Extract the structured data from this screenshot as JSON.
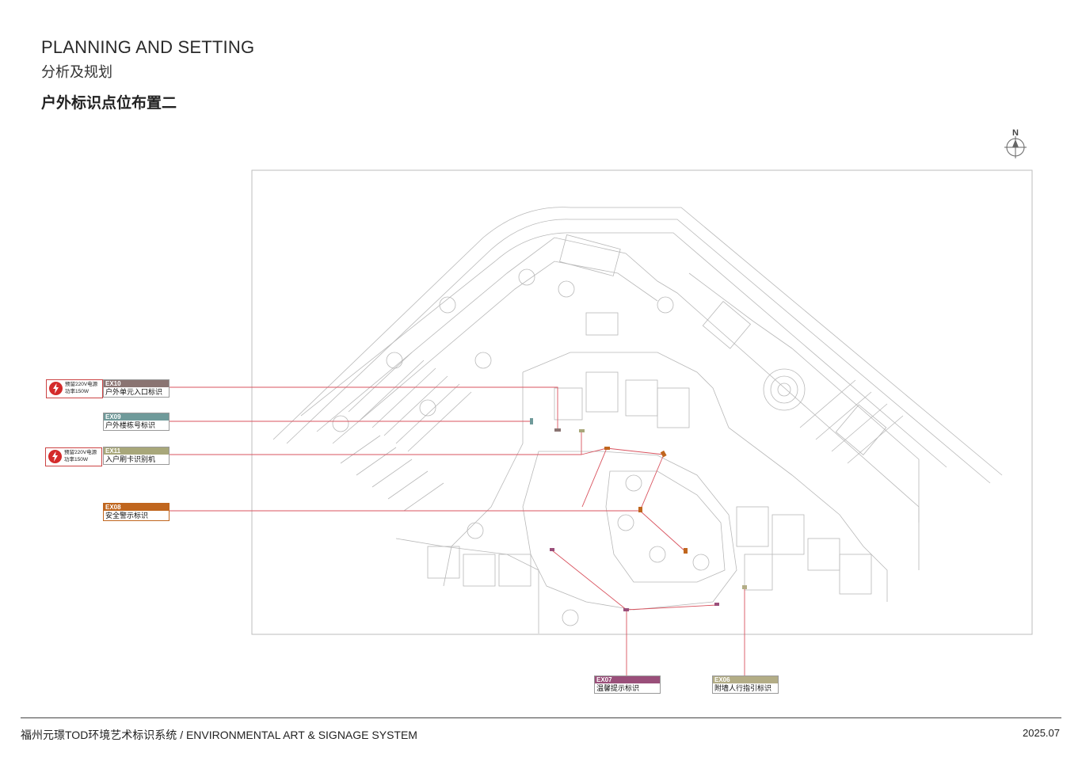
{
  "header": {
    "title_en": "PLANNING AND SETTING",
    "title_cn": "分析及规划",
    "section_title": "户外标识点位布置二"
  },
  "compass": {
    "label": "N"
  },
  "power_notes": [
    {
      "line1": "预留220V电源",
      "line2": "功率150W"
    },
    {
      "line1": "预留220V电源",
      "line2": "功率150W"
    }
  ],
  "signage_tags": [
    {
      "code": "EX10",
      "label": "户外单元入口标识",
      "color": "#8a7472"
    },
    {
      "code": "EX09",
      "label": "户外楼栋号标识",
      "color": "#6f9a9a"
    },
    {
      "code": "EX11",
      "label": "入户刷卡识别机",
      "color": "#a8a77a"
    },
    {
      "code": "EX08",
      "label": "安全警示标识",
      "color": "#c0661e"
    },
    {
      "code": "EX07",
      "label": "温馨提示标识",
      "color": "#9a4f7a"
    },
    {
      "code": "EX06",
      "label": "附墙人行指引标识",
      "color": "#b3ad86"
    }
  ],
  "colors": {
    "leader": "#d9535f",
    "plan_line": "#b8b8b8"
  },
  "footer": {
    "left": "福州元璟TOD环境艺术标识系统 / ENVIRONMENTAL ART & SIGNAGE SYSTEM",
    "date": "2025.07"
  }
}
